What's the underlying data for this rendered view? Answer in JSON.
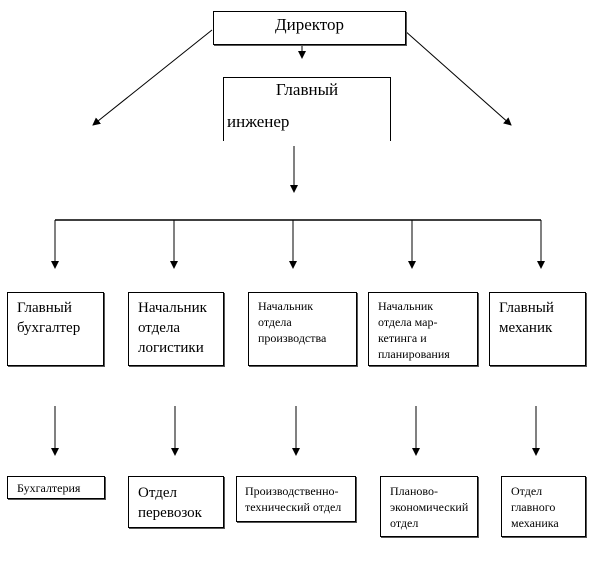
{
  "diagram": {
    "type": "org-chart",
    "root": {
      "id": "director",
      "label": "Директор"
    },
    "level1": {
      "id": "chief-engineer",
      "label_line1": "Главный",
      "label_line2": "инженер"
    },
    "managers": [
      {
        "id": "chief-accountant",
        "label": "Главный\nбухгалтер"
      },
      {
        "id": "logistics-head",
        "label": "Начальник\nотдела\nлогистики"
      },
      {
        "id": "production-head",
        "label": "Начальник\nотдела\nпроизводства"
      },
      {
        "id": "marketing-head",
        "label": "Начальник\nотдела мар-\nкетинга и\nпланирования"
      },
      {
        "id": "chief-mechanic",
        "label": "Главный\nмеханик"
      }
    ],
    "departments": [
      {
        "id": "accounting",
        "label": "Бухгалтерия"
      },
      {
        "id": "transport",
        "label": "Отдел\nперевозок"
      },
      {
        "id": "production-tech",
        "label": "Производственно-\nтехнический отдел"
      },
      {
        "id": "planning-econ",
        "label": "Планово-\nэкономический\nотдел"
      },
      {
        "id": "mechanic-dept",
        "label": "Отдел\nглавного\nмеханика"
      }
    ],
    "edges": [
      [
        "director",
        "chief-engineer"
      ],
      [
        "director",
        "chief-accountant"
      ],
      [
        "director",
        "chief-mechanic"
      ],
      [
        "chief-engineer",
        "chief-accountant"
      ],
      [
        "chief-engineer",
        "logistics-head"
      ],
      [
        "chief-engineer",
        "production-head"
      ],
      [
        "chief-engineer",
        "marketing-head"
      ],
      [
        "chief-engineer",
        "chief-mechanic"
      ],
      [
        "chief-accountant",
        "accounting"
      ],
      [
        "logistics-head",
        "transport"
      ],
      [
        "production-head",
        "production-tech"
      ],
      [
        "marketing-head",
        "planning-econ"
      ],
      [
        "chief-mechanic",
        "mechanic-dept"
      ]
    ]
  }
}
